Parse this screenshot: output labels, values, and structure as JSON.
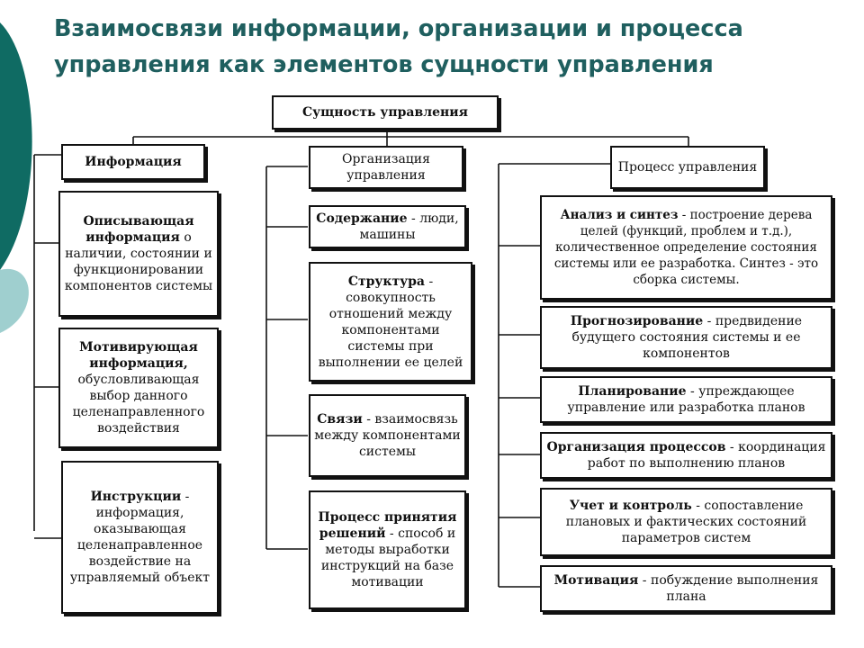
{
  "title": "Взаимосвязи информации, организации и процесса управления как элементов сущности управления",
  "colors": {
    "title": "#1f5f5f",
    "teal_dark": "#0f6b63",
    "teal_light": "#9fcfcf",
    "ink": "#111111"
  },
  "root": {
    "label": "Сущность управления"
  },
  "columns": {
    "information": {
      "header": "Информация",
      "items": [
        {
          "bold": "Описывающая информация",
          "text": " о наличии, состоянии и функционировании компонентов системы"
        },
        {
          "bold": "Мотивирующая информация,",
          "text": " обусловливающая выбор данного целенаправленного воздействия"
        },
        {
          "bold": "Инструкции",
          "text": " - информация, оказывающая целенаправленное воздействие на управляемый объект"
        }
      ]
    },
    "organization": {
      "header": "Организация управления",
      "items": [
        {
          "bold": "Содержание",
          "text": " - люди, машины"
        },
        {
          "bold": "Структура",
          "text": " - совокупность отношений между компонентами системы при выполнении ее целей"
        },
        {
          "bold": "Связи",
          "text": " - взаимосвязь между компонентами системы"
        },
        {
          "bold": "Процесс принятия решений",
          "text": " - способ и методы выработки инструкций на базе мотивации"
        }
      ]
    },
    "process": {
      "header": "Процесс управления",
      "items": [
        {
          "bold": "Анализ и синтез",
          "text": " - построение дерева целей (функций, проблем и т.д.), количественное определение состояния системы или ее разработка. Синтез - это сборка системы."
        },
        {
          "bold": "Прогнозирование",
          "text": " - предвидение будущего состояния системы и ее компонентов"
        },
        {
          "bold": "Планирование",
          "text": " - упреждающее управление или разработка планов"
        },
        {
          "bold": "Организация процессов",
          "text": " - координация работ по выполнению планов"
        },
        {
          "bold": "Учет и контроль",
          "text": " - сопоставление плановых и фактических состояний параметров систем"
        },
        {
          "bold": "Мотивация",
          "text": " - побуждение выполнения плана"
        }
      ]
    }
  }
}
